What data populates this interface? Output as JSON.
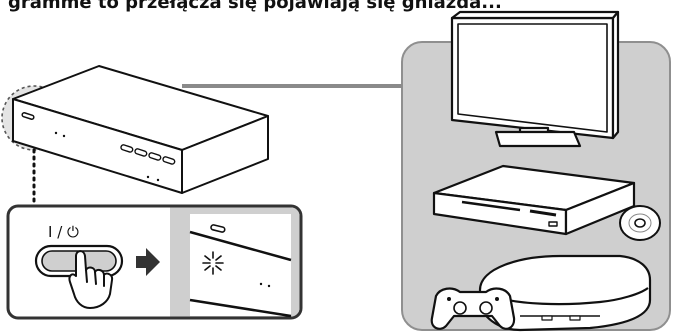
{
  "header": {
    "text": "gramme to przełącza się pojawiają się gniazda..."
  },
  "callout": {
    "power_label": "I / ⏻"
  },
  "colors": {
    "panel_bg": "#cfcfcf",
    "inset_right_bg": "#cfcfcf",
    "stroke": "#111111",
    "fill": "#ffffff"
  },
  "devices": [
    {
      "name": "tv"
    },
    {
      "name": "dvd-player"
    },
    {
      "name": "disc"
    },
    {
      "name": "game-console"
    },
    {
      "name": "gamepad"
    }
  ]
}
